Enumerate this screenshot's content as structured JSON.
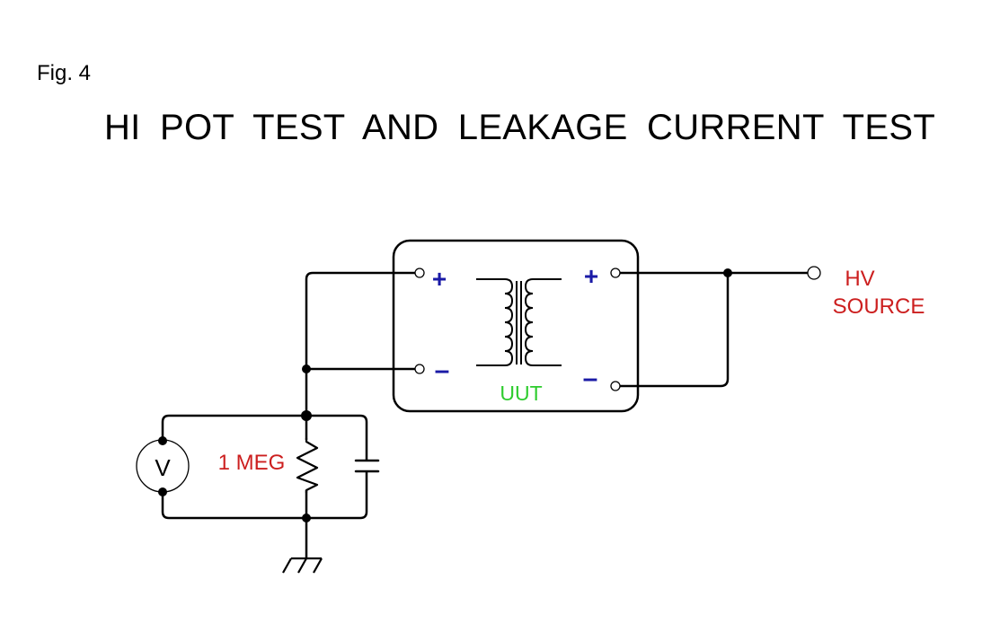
{
  "figure": {
    "label": "Fig. 4",
    "title": "HI POT  TEST  AND  LEAKAGE  CURRENT  TEST"
  },
  "components": {
    "uut_label": "UUT",
    "primary_plus": "+",
    "primary_minus": "–",
    "secondary_plus": "+",
    "secondary_minus": "–",
    "hv_source_line1": "HV",
    "hv_source_line2": "SOURCE",
    "resistor_label": "1 MEG",
    "voltmeter_label": "V"
  },
  "colors": {
    "wire": "#000000",
    "polarity": "#1a1aa6",
    "uut": "#2ecc2e",
    "labels_red": "#cc1f1f"
  }
}
